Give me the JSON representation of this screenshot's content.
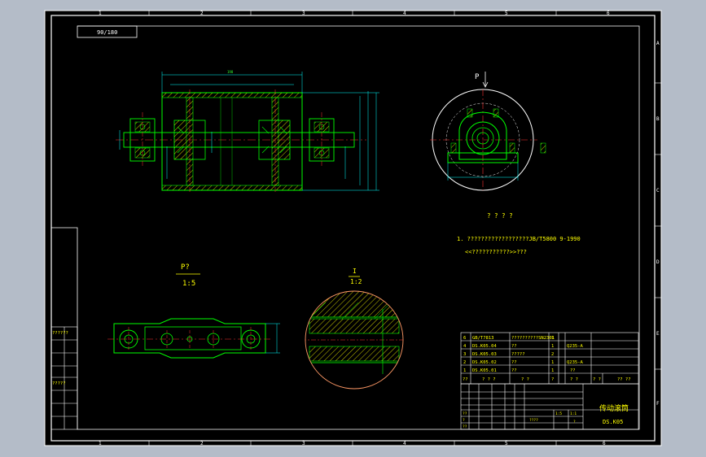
{
  "colors": {
    "background": "#b4bcc8",
    "paper": "#000000",
    "frame": "#ffffff",
    "geometry": "#00ff00",
    "dimension": "#00ffff",
    "center_line": "#ff3333",
    "text": "#ffff00",
    "hatch": "#ffff00",
    "circle_detail": "#ff9966"
  },
  "border": {
    "top_zones": [
      "1",
      "2",
      "3",
      "4",
      "5",
      "6"
    ],
    "bottom_zones": [
      "1",
      "2",
      "3",
      "4",
      "5",
      "6"
    ],
    "side_zones": [
      "A",
      "B",
      "C",
      "D",
      "E",
      "F"
    ]
  },
  "stamp": "90/180",
  "top_dim": "198",
  "view_p_label": "P",
  "tech_req": {
    "title": "? ? ? ?",
    "line1": "1. ??????????????????JB/T5800 9-1990",
    "line2": "<<???????????>>???"
  },
  "section_p": {
    "label": "P?",
    "scale": "1:5"
  },
  "detail_i": {
    "label": "I",
    "scale": "1:2"
  },
  "bom": {
    "rows": [
      [
        "6",
        "GB/T7813",
        "??????????SN2301",
        "1",
        "",
        "",
        ""
      ],
      [
        "4",
        "DS.K05.04",
        "??",
        "1",
        "",
        "Q235-A",
        ""
      ],
      [
        "3",
        "DS.K05.03",
        "?????",
        "2",
        "",
        "",
        ""
      ],
      [
        "2",
        "DS.K05.02",
        "??",
        "1",
        "",
        "Q235-A",
        ""
      ],
      [
        "1",
        "DS.K05.01",
        "??",
        "1",
        "",
        "??",
        ""
      ],
      [
        "??",
        "? ? ?",
        "? ?",
        "?",
        "? ?",
        "? ?",
        "?? ??"
      ]
    ]
  },
  "title_block": {
    "name": "传动滚筒",
    "code": "DS.K05",
    "cells": [
      "??",
      "?",
      "??",
      "1:5",
      "1:1",
      "????",
      "?"
    ]
  },
  "side_table": [
    "??????",
    "",
    "",
    "",
    "?????",
    "",
    "",
    ""
  ]
}
